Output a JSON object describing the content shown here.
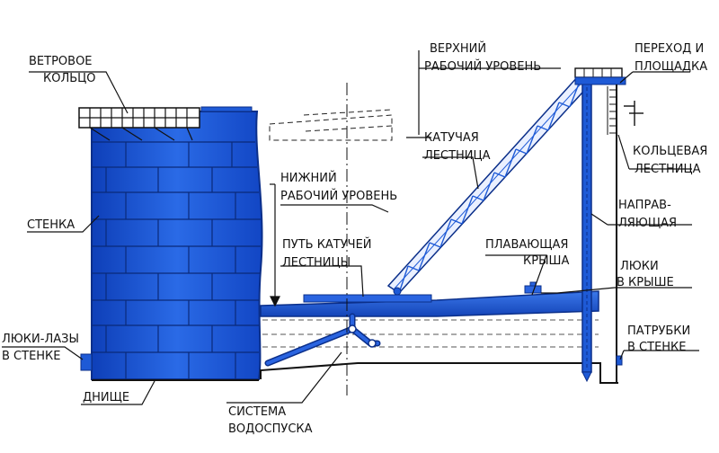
{
  "labels": {
    "wind_ring": [
      "ВЕТРОВОЕ",
      "КОЛЬЦО"
    ],
    "wall": "СТЕНКА",
    "wall_manholes": [
      "ЛЮКИ-ЛАЗЫ",
      "В СТЕНКЕ"
    ],
    "bottom": "ДНИЩЕ",
    "drain_system": [
      "СИСТЕМА",
      "ВОДОСПУСКА"
    ],
    "upper_level": [
      "ВЕРХНИЙ",
      "РАБОЧИЙ УРОВЕНЬ"
    ],
    "lower_level": [
      "НИЖНИЙ",
      "РАБОЧИЙ УРОВЕНЬ"
    ],
    "rolling_ladder": [
      "КАТУЧАЯ",
      "ЛЕСТНИЦА"
    ],
    "ladder_path": [
      "ПУТЬ КАТУЧЕЙ",
      "ЛЕСТНИЦЫ"
    ],
    "floating_roof": [
      "ПЛАВАЮЩАЯ",
      "КРЫША"
    ],
    "passage_platform": [
      "ПЕРЕХОД И",
      "ПЛОЩАДКА"
    ],
    "ring_ladder": [
      "КОЛЬЦЕВАЯ",
      "ЛЕСТНИЦА"
    ],
    "guide": [
      "НАПРАВ-",
      "ЛЯЮЩАЯ"
    ],
    "roof_hatches": [
      "ЛЮКИ",
      "В КРЫШЕ"
    ],
    "wall_nozzles": [
      "ПАТРУБКИ",
      "В СТЕНКЕ"
    ]
  },
  "colors": {
    "steel": "#1e5ad6",
    "steel_dark": "#0b2f8a",
    "line": "#111111",
    "liquid_dash": "#555555"
  }
}
